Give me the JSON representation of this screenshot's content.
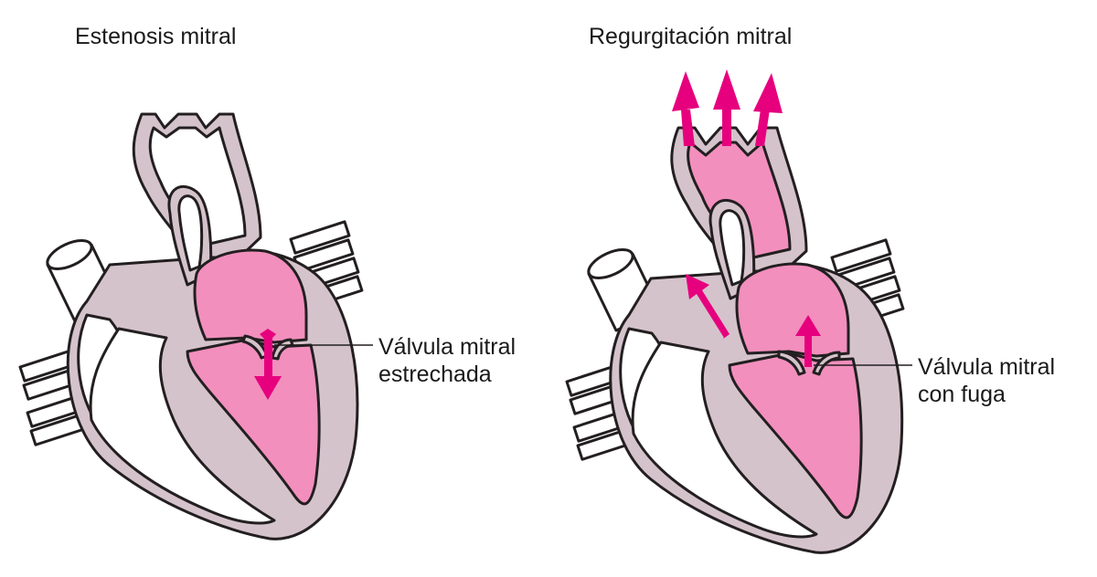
{
  "colors": {
    "blood_pink": "#f28fbd",
    "arrow_magenta": "#e6007e",
    "muscle_wall": "#d5c3cc",
    "outline": "#231f20"
  },
  "left_panel": {
    "title": "Estenosis mitral",
    "label_line1": "Válvula mitral",
    "label_line2": "estrechada"
  },
  "right_panel": {
    "title": "Regurgitación mitral",
    "label_line1": "Válvula mitral",
    "label_line2": "con fuga"
  }
}
